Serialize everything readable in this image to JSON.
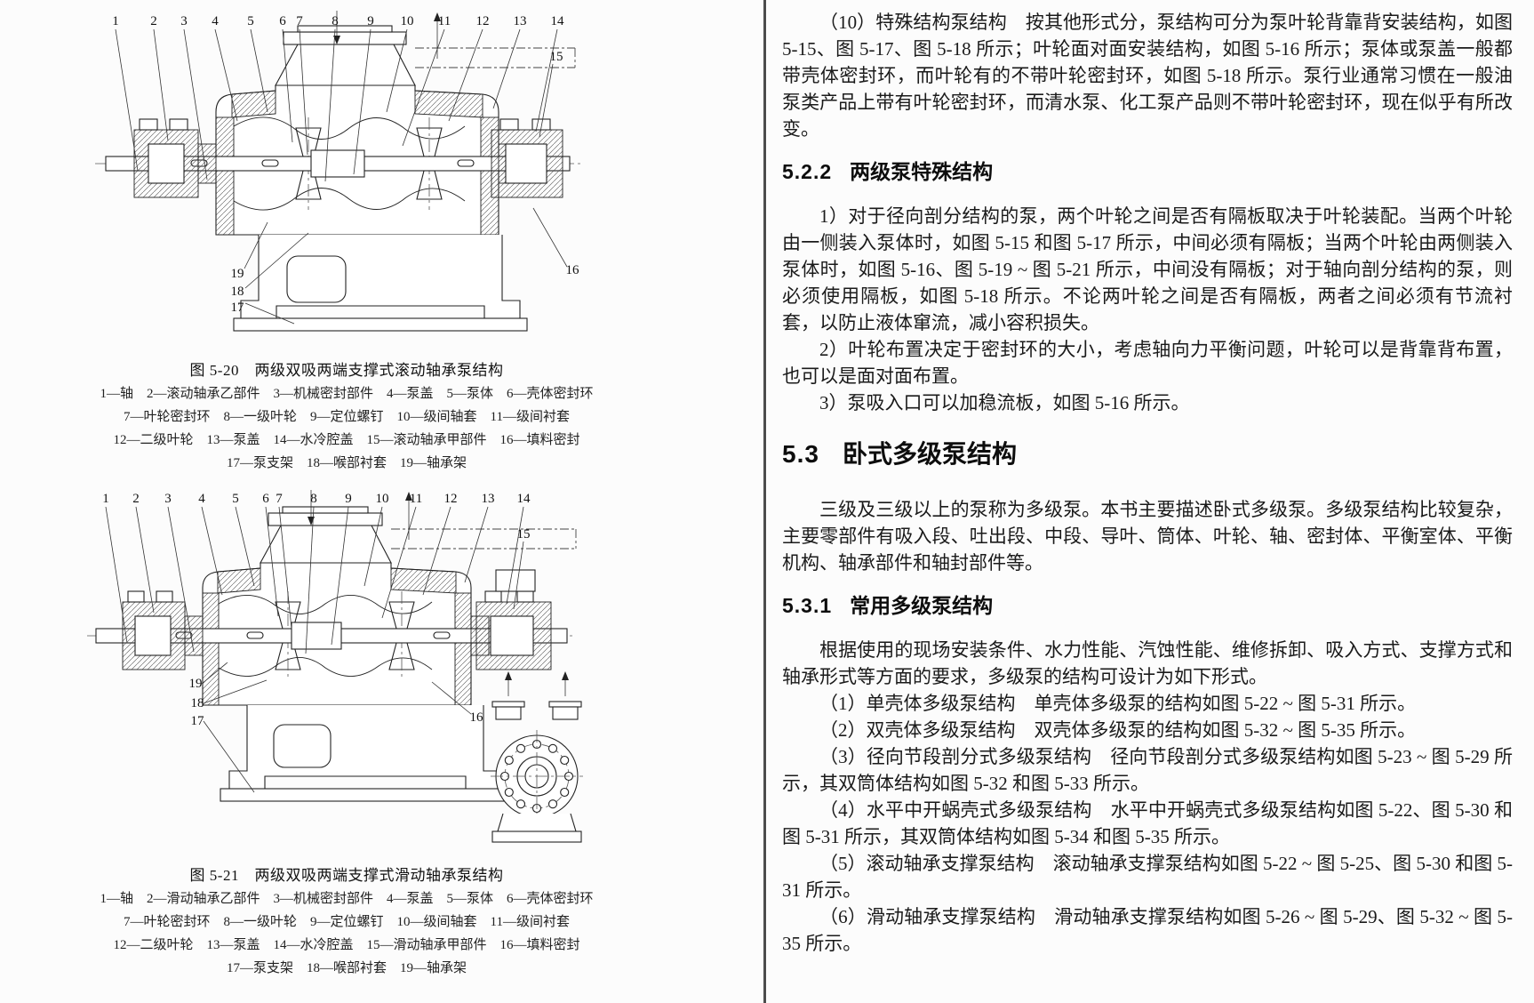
{
  "page": {
    "background": "#fcfcfc",
    "divider_color": "#4c4c4c"
  },
  "figures": [
    {
      "caption": "图 5-20　两级双吸两端支撑式滚动轴承泵结构",
      "legend": [
        "1—轴　2—滚动轴承乙部件　3—机械密封部件　4—泵盖　5—泵体　6—壳体密封环",
        "7—叶轮密封环　8—一级叶轮　9—定位螺钉　10—级间轴套　11—级间衬套",
        "12—二级叶轮　13—泵盖　14—水冷腔盖　15—滚动轴承甲部件　16—填料密封",
        "17—泵支架　18—喉部衬套　19—轴承架"
      ],
      "callouts": {
        "top": [
          "1",
          "2",
          "3",
          "4",
          "5",
          "6",
          "7",
          "8",
          "9",
          "10",
          "11",
          "12",
          "13",
          "14"
        ],
        "n15": "15",
        "n16": "16",
        "n17": "17",
        "n18": "18",
        "n19": "19"
      }
    },
    {
      "caption": "图 5-21　两级双吸两端支撑式滑动轴承泵结构",
      "legend": [
        "1—轴　2—滑动轴承乙部件　3—机械密封部件　4—泵盖　5—泵体　6—壳体密封环",
        "7—叶轮密封环　8—一级叶轮　9—定位螺钉　10—级间轴套　11—级间衬套",
        "12—二级叶轮　13—泵盖　14—水冷腔盖　15—滑动轴承甲部件　16—填料密封",
        "17—泵支架　18—喉部衬套　19—轴承架"
      ],
      "callouts": {
        "top": [
          "1",
          "2",
          "3",
          "4",
          "5",
          "6",
          "7",
          "8",
          "9",
          "10",
          "11",
          "12",
          "13",
          "14"
        ],
        "n15": "15",
        "n16": "16",
        "n17": "17",
        "n18": "18",
        "n19": "19"
      }
    }
  ],
  "article": {
    "p10": "（10）特殊结构泵结构　按其他形式分，泵结构可分为泵叶轮背靠背安装结构，如图 5-15、图 5-17、图 5-18 所示；叶轮面对面安装结构，如图 5-16 所示；泵体或泵盖一般都带壳体密封环，而叶轮有的不带叶轮密封环，如图 5-18 所示。泵行业通常习惯在一般油泵类产品上带有叶轮密封环，而清水泵、化工泵产品则不带叶轮密封环，现在似乎有所改变。",
    "h522_num": "5.2.2",
    "h522_title": "两级泵特殊结构",
    "s522_items": [
      "1）对于径向剖分结构的泵，两个叶轮之间是否有隔板取决于叶轮装配。当两个叶轮由一侧装入泵体时，如图 5-15 和图 5-17 所示，中间必须有隔板；当两个叶轮由两侧装入泵体时，如图 5-16、图 5-19 ~ 图 5-21 所示，中间没有隔板；对于轴向剖分结构的泵，则必须使用隔板，如图 5-18 所示。不论两叶轮之间是否有隔板，两者之间必须有节流衬套，以防止液体窜流，减小容积损失。",
      "2）叶轮布置决定于密封环的大小，考虑轴向力平衡问题，叶轮可以是背靠背布置，也可以是面对面布置。",
      "3）泵吸入口可以加稳流板，如图 5-16 所示。"
    ],
    "h53_num": "5.3",
    "h53_title": "卧式多级泵结构",
    "p53": "三级及三级以上的泵称为多级泵。本书主要描述卧式多级泵。多级泵结构比较复杂，主要零部件有吸入段、吐出段、中段、导叶、筒体、叶轮、轴、密封体、平衡室体、平衡机构、轴承部件和轴封部件等。",
    "h531_num": "5.3.1",
    "h531_title": "常用多级泵结构",
    "p531": "根据使用的现场安装条件、水力性能、汽蚀性能、维修拆卸、吸入方式、支撑方式和轴承形式等方面的要求，多级泵的结构可设计为如下形式。",
    "s531_items": [
      "（1）单壳体多级泵结构　单壳体多级泵的结构如图 5-22 ~ 图 5-31 所示。",
      "（2）双壳体多级泵结构　双壳体多级泵的结构如图 5-32 ~ 图 5-35 所示。",
      "（3）径向节段剖分式多级泵结构　径向节段剖分式多级泵结构如图 5-23 ~ 图 5-29 所示，其双筒体结构如图 5-32 和图 5-33 所示。",
      "（4）水平中开蜗壳式多级泵结构　水平中开蜗壳式多级泵结构如图 5-22、图 5-30 和图 5-31 所示，其双筒体结构如图 5-34 和图 5-35 所示。",
      "（5）滚动轴承支撑泵结构　滚动轴承支撑泵结构如图 5-22 ~ 图 5-25、图 5-30 和图 5-31 所示。",
      "（6）滑动轴承支撑泵结构　滑动轴承支撑泵结构如图 5-26 ~ 图 5-29、图 5-32 ~ 图 5-35 所示。"
    ]
  }
}
